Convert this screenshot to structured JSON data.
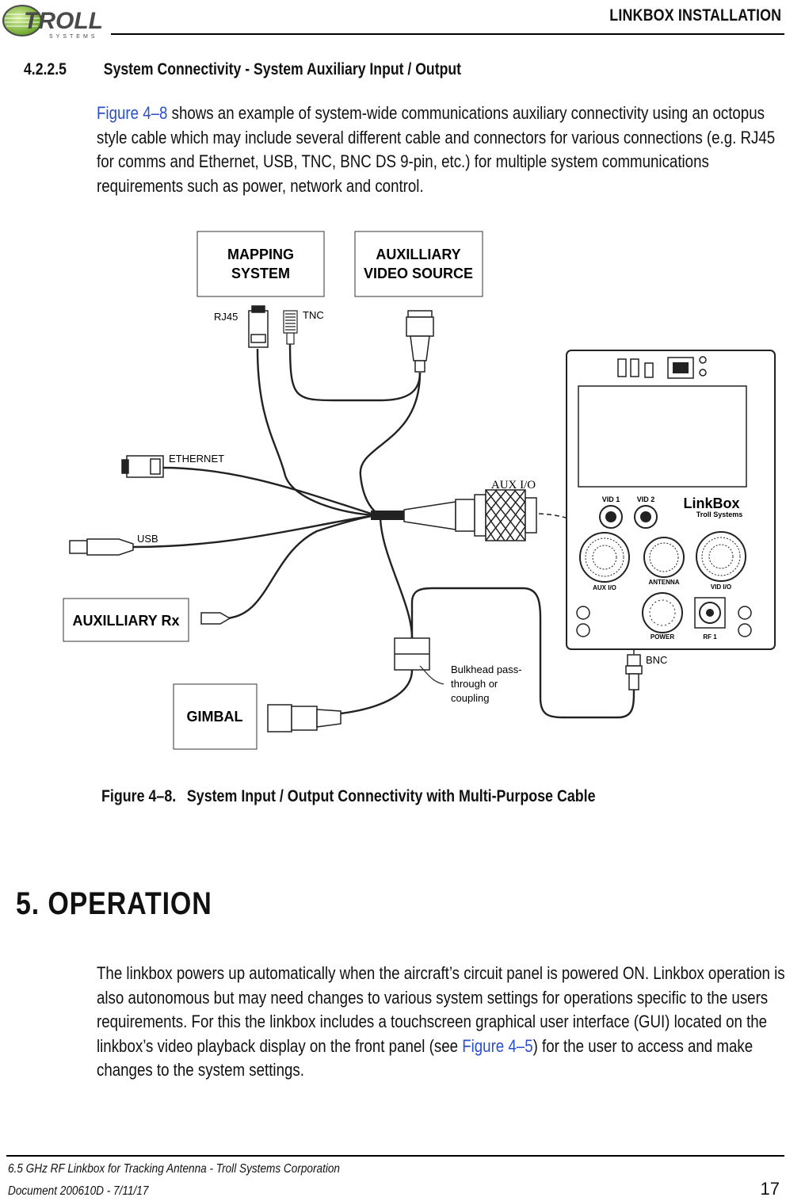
{
  "header": {
    "logo_text": "TROLL",
    "logo_subtext": "SYSTEMS",
    "title": "LINKBOX INSTALLATION"
  },
  "section": {
    "number": "4.2.2.5",
    "title": "System Connectivity - System Auxiliary Input / Output"
  },
  "para1": {
    "xref": "Figure 4–8",
    "text": " shows an example of system-wide communications auxiliary connectivity using an octopus style cable which may include several different cable and connectors for various connections (e.g. RJ45 for comms and Ethernet, USB, TNC, BNC DS 9-pin, etc.) for multiple system communications requirements such as power, network and control."
  },
  "figure": {
    "boxes": {
      "mapping_line1": "MAPPING",
      "mapping_line2": "SYSTEM",
      "aux_video_line1": "AUXILLIARY",
      "aux_video_line2": "VIDEO SOURCE",
      "aux_rx": "AUXILLIARY Rx",
      "gimbal": "GIMBAL"
    },
    "labels": {
      "rj45": "RJ45",
      "tnc": "TNC",
      "ethernet": "ETHERNET",
      "usb": "USB",
      "aux_io": "AUX I/O",
      "bnc": "BNC",
      "bulkhead_line1": "Bulkhead pass-",
      "bulkhead_line2": "through or",
      "bulkhead_line3": "coupling"
    },
    "panel": {
      "brand": "LinkBox",
      "brand_sub": "Troll Systems",
      "vid1": "VID 1",
      "vid2": "VID 2",
      "aux_io": "AUX I/O",
      "antenna": "ANTENNA",
      "vid_io": "VID I/O",
      "power": "POWER",
      "rf1": "RF 1"
    }
  },
  "caption": {
    "label": "Figure 4–8.",
    "text": "System Input / Output Connectivity with Multi-Purpose Cable"
  },
  "chapter": {
    "number": "5.",
    "title": "OPERATION"
  },
  "para2": {
    "text_before": "The linkbox powers up automatically when the aircraft’s circuit panel is powered ON. Linkbox operation is also autonomous but may need changes to various system settings for operations specific to the users requirements. For this the linkbox includes a touchscreen graphical user interface (GUI) located on the linkbox’s video playback display on the front panel (see ",
    "xref": "Figure 4–5",
    "text_after": ") for the user to access and make changes to the system settings."
  },
  "footer": {
    "line1": "6.5 GHz RF Linkbox for Tracking Antenna - Troll Systems Corporation",
    "line2": "Document 200610D - 7/11/17",
    "page": "17"
  },
  "colors": {
    "xref": "#2b50c8",
    "logo_green": "#8cc63f"
  }
}
